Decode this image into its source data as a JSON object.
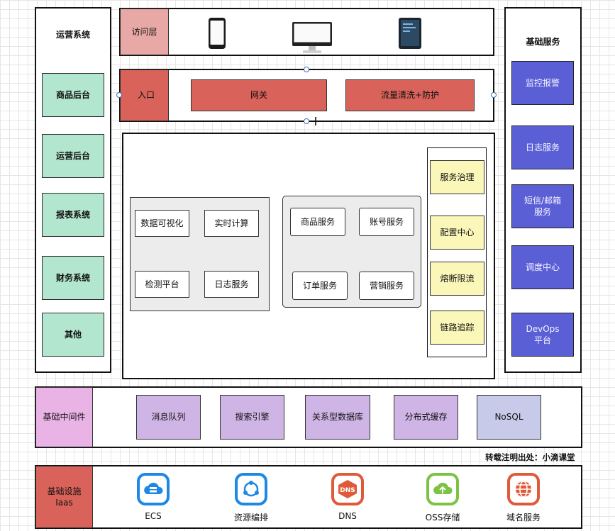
{
  "ops": {
    "title": "运营系统",
    "items": [
      "商品后台",
      "运营后台",
      "报表系统",
      "财务系统",
      "其他"
    ]
  },
  "access": {
    "label": "访问层"
  },
  "entry": {
    "label": "入口",
    "gateway": "网关",
    "traffic": "流量清洗+防护"
  },
  "biz": {
    "left": [
      "数据可视化",
      "实时计算",
      "检测平台",
      "日志服务"
    ],
    "mid": [
      "商品服务",
      "账号服务",
      "订单服务",
      "营销服务"
    ],
    "gov": [
      "服务治理",
      "配置中心",
      "熔断限流",
      "链路追踪"
    ]
  },
  "base_services": {
    "title": "基础服务",
    "items": [
      "监控报警",
      "日志服务",
      "短信/邮箱\n服务",
      "调度中心",
      "DevOps\n平台"
    ]
  },
  "middleware": {
    "label": "基础中间件",
    "items": [
      "消息队列",
      "搜索引擎",
      "关系型数据库",
      "分布式缓存",
      "NoSQL"
    ]
  },
  "credit": "转载注明出处：小滴课堂",
  "infra": {
    "label": "基础设施\nIaas",
    "items": [
      {
        "label": "ECS",
        "icon": "server-cloud-icon",
        "color": "#1e88e5"
      },
      {
        "label": "资源编排",
        "icon": "orchestration-icon",
        "color": "#1e88e5"
      },
      {
        "label": "DNS",
        "icon": "dns-icon",
        "color": "#e05a3a"
      },
      {
        "label": "OSS存储",
        "icon": "cloud-upload-icon",
        "color": "#7cc243"
      },
      {
        "label": "域名服务",
        "icon": "globe-icon",
        "color": "#e05a3a"
      }
    ]
  }
}
